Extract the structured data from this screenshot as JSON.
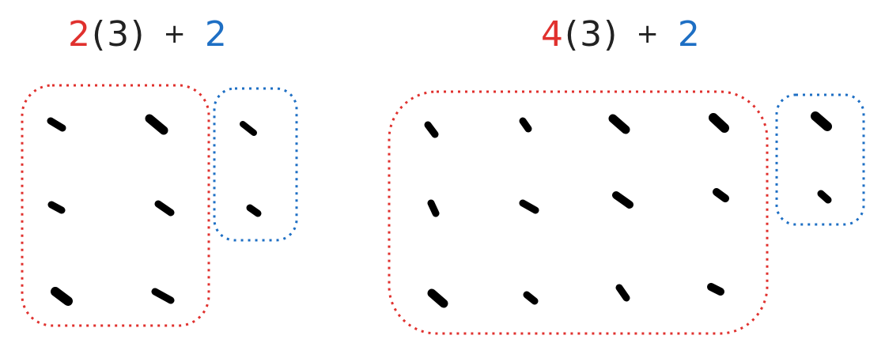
{
  "left": {
    "coef": "2",
    "paren": "(3)",
    "op": "+",
    "extra": "2",
    "groups": 2,
    "per_group": 3,
    "extra_count": 2
  },
  "right": {
    "coef": "4",
    "paren": "(3)",
    "op": "+",
    "extra": "2",
    "groups": 4,
    "per_group": 3,
    "extra_count": 2
  },
  "colors": {
    "group_box": "#e0312e",
    "extra_box": "#1e6fc4",
    "dot": "#000000"
  }
}
